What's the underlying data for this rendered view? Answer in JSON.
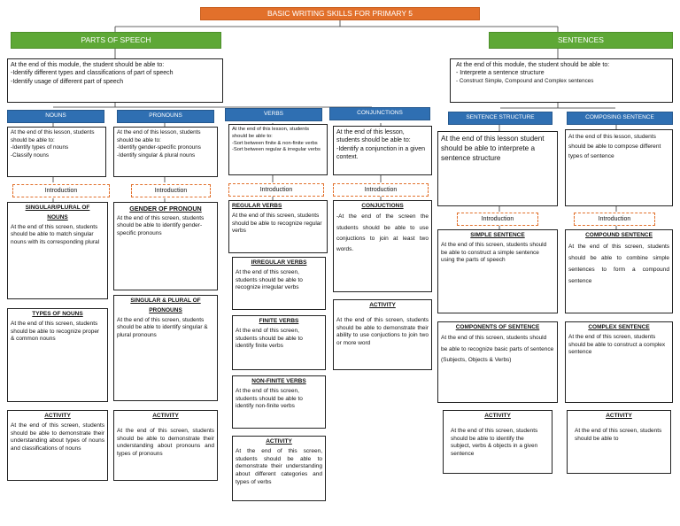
{
  "title": "BASIC WRITING SKILLS FOR PRIMARY 5",
  "parts_of_speech": {
    "header": "PARTS OF SPEECH",
    "objective_intro": "At the end of this module, the student should be able to:",
    "objective_1": "-Identify different types and classifications of part of speech",
    "objective_2": "-Identify usage of different part of speech"
  },
  "sentences": {
    "header": "SENTENCES",
    "objective_intro": "At the end of this module, the student should be able to:",
    "objective_1": "- Interprete a sentence structure",
    "objective_2": "- Construct Simple, Compound and Complex  sentences"
  },
  "nouns": {
    "header": "NOUNS",
    "goal_intro": "At the end of this lesson, students should be able to:",
    "goal_1": "-Identify types of nouns",
    "goal_2": "-Classify nouns",
    "intro": "Introduction",
    "singular_title_1": "SINGULAR/PLURAL OF",
    "singular_title_2": "NOUNS",
    "singular_text": "At the end of this screen, students should be able to match singular nouns with its corresponding plural",
    "types_title": "TYPES OF NOUNS",
    "types_text": "At the end of this screen, students should be able to recognize proper & common nouns",
    "activity_title": "ACTIVITY",
    "activity_text": "At the end of this screen, students should be able to demonstrate their understanding about types of nouns and classifications of nouns"
  },
  "pronouns": {
    "header": "PRONOUNS",
    "goal_intro": "At the end of this lesson, students should be able to:",
    "goal_1": "-Identify gender-specific pronouns",
    "goal_2": "-Identify singular & plural nouns",
    "intro": "Introduction",
    "gender_title": "GENDER OF PRONOUN",
    "gender_text": "At the end of this screen, students should be able to identify gender-specific pronouns",
    "singular_title_1": "SINGULAR & PLURAL OF",
    "singular_title_2": "PRONOUNS",
    "singular_text": "At the end of this screen, students should be able to identify singular & plural pronouns",
    "activity_title": "ACTIVITY",
    "activity_text": "At the end of this screen, students should be able to demonstrate their understanding about pronouns and types of pronouns"
  },
  "verbs": {
    "header": "VERBS",
    "goal_intro": "At the end of this lesson, students should be able to:",
    "goal_1": "-Sort between finite & non-finite verbs",
    "goal_2": "-Sort between regular & irregular verbs",
    "intro": "Introduction",
    "regular_title": "REGULAR VERBS",
    "regular_text": "At the end of this screen, students should be able to recognize regular verbs",
    "irregular_title": "IRREGULAR VERBS",
    "irregular_text": "At the end of this screen, students should be able to recognize irregular verbs",
    "finite_title": "FINITE VERBS",
    "finite_text": "At the end of this screen, students should be able to identify finite verbs",
    "nonfinite_title": "NON-FINITE VERBS",
    "nonfinite_text": "At the end of this screen, students should be able to identify non-finite verbs",
    "activity_title": "ACTIVITY",
    "activity_text": "At the end of this screen, students should be able to demonstrate their understanding about different categories and types of verbs"
  },
  "conjunctions": {
    "header": "CONJUNCTIONS",
    "goal_intro": "At the end of this lesson, students should be able to:",
    "goal_1": "-Identify a conjunction in a given context.",
    "intro": "Introduction",
    "conj_title": "CONJUCTIONS",
    "conj_text": "-At the end of the screen the students should be able to use conjuctions to join at least two words.",
    "activity_title": "ACTIVITY",
    "activity_text": "At the end of this screen, students should be able to demonstrate their ability to use conjuctions to join two or more word"
  },
  "sentence_structure": {
    "header": "SENTENCE STRUCTURE",
    "goal": "At the end of this lesson student should be able to interprete a sentence structure",
    "intro": "Introduction",
    "simple_title": "SIMPLE SENTENCE",
    "simple_text": "At the end of this screen, students should be able to construct a simple sentence using the parts of speech",
    "components_title": "COMPONENTS OF SENTENCE",
    "components_text": "At the end of this screen, students should be able to recognize basic parts of sentence (Subjects, Objects & Verbs)",
    "activity_title": "ACTIVITY",
    "activity_text": "At the end of this screen, students should be able to identify the subject, verbs & objects in a given sentence"
  },
  "composing_sentence": {
    "header": "COMPOSING SENTENCE",
    "goal": "At the end of this lesson, students should be able to compose different types of sentence",
    "intro": "Introduction",
    "compound_title": "COMPOUND SENTENCE",
    "compound_text": "At the end of this screen, students should be able to combine simple sentences to form a compound sentence",
    "complex_title": "COMPLEX SENTENCE",
    "complex_text": "At the end of this screen, students should be able to construct a complex sentence",
    "activity_title": "ACTIVITY",
    "activity_text": "At the end of this screen, students should be able to"
  },
  "colors": {
    "title_orange": "#e2702b",
    "header_green": "#5ea836",
    "header_blue": "#2f6fb2"
  }
}
